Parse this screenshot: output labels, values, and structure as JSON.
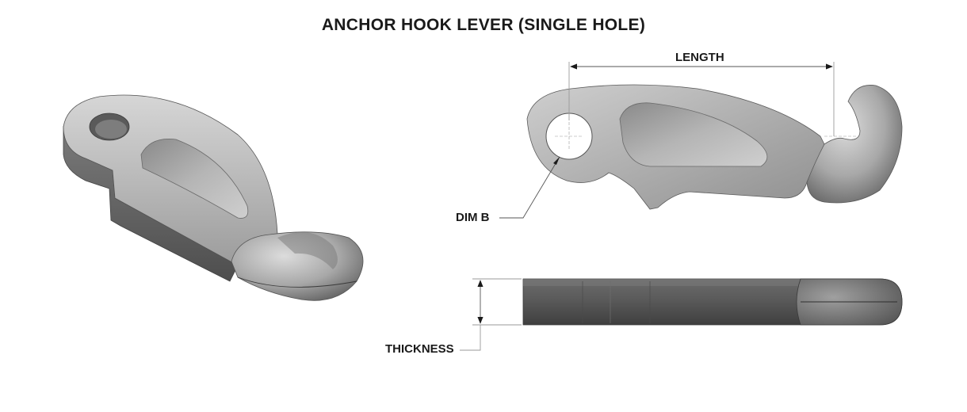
{
  "title": "ANCHOR HOOK LEVER (SINGLE HOLE)",
  "labels": {
    "length": "LENGTH",
    "dim_b": "DIM B",
    "thickness": "THICKNESS"
  },
  "colors": {
    "part_light": "#c4c4c4",
    "part_mid": "#8e8e8e",
    "part_dark": "#5e5e5e",
    "dimension_line": "#9a9a9a",
    "text": "#1a1a1a"
  }
}
